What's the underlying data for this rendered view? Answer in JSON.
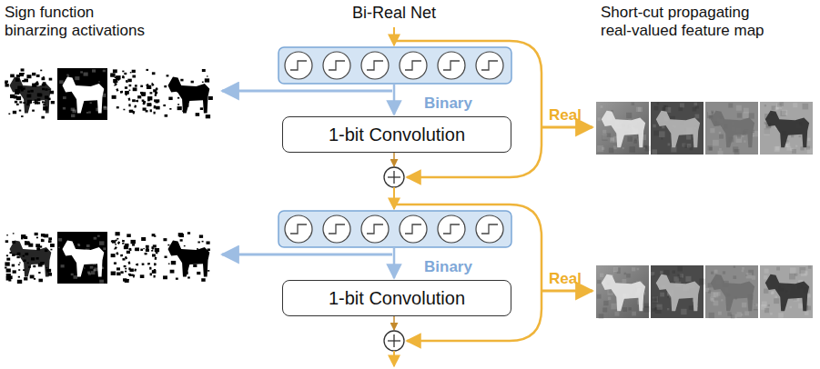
{
  "diagram": {
    "title": "Bi-Real Net",
    "nodes": [
      {
        "text": [
          "1-bit Convolution"
        ]
      },
      {
        "text": [
          "1-bit Convolution"
        ]
      }
    ],
    "labels": [
      "Sign function binarzing activations",
      "Short-cut propagating real-valued feature map",
      "Binary",
      "Real",
      "Binary",
      "Real"
    ]
  }
}
